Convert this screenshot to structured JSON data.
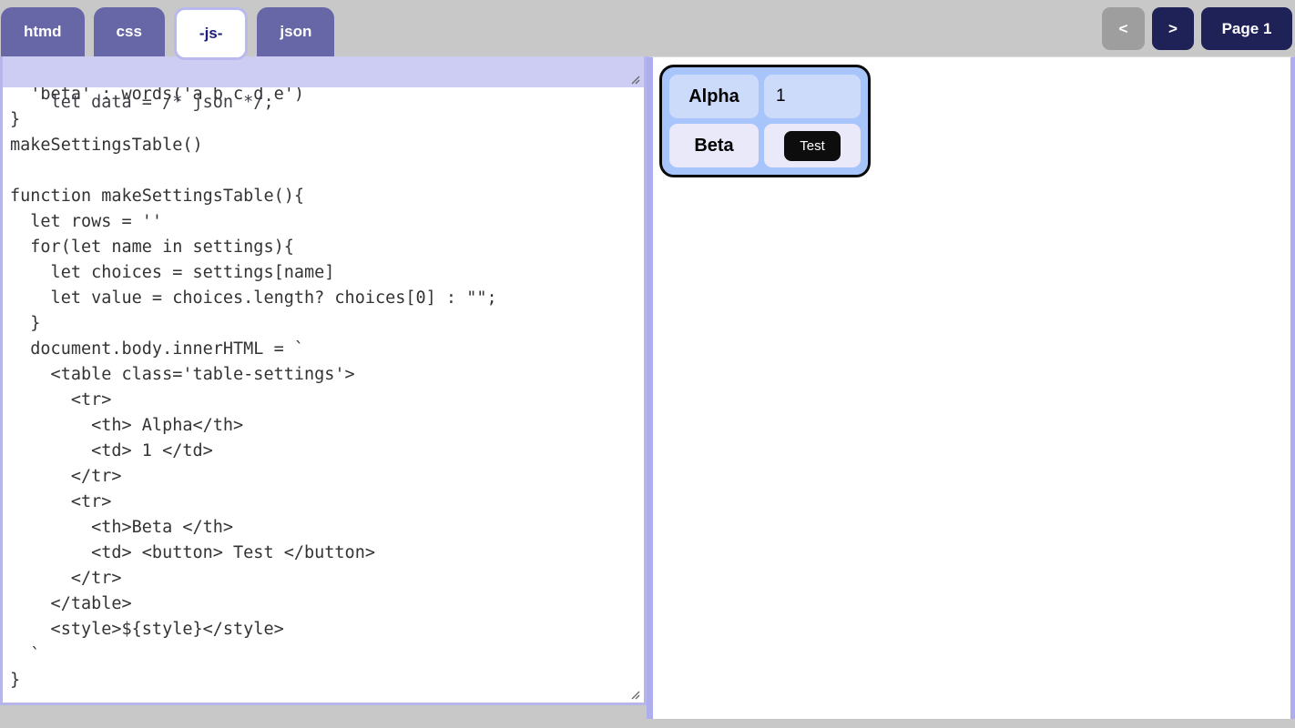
{
  "tabs": [
    {
      "label": "htmd",
      "active": false
    },
    {
      "label": "css",
      "active": false
    },
    {
      "label": "-js-",
      "active": true
    },
    {
      "label": "json",
      "active": false
    }
  ],
  "pager": {
    "prev_label": "<",
    "next_label": ">",
    "page_label": "Page 1"
  },
  "editor": {
    "data_line": "let data = /* json */;",
    "code_lines": [
      "  'beta' : words('a b c d e')",
      "}",
      "makeSettingsTable()",
      "",
      "function makeSettingsTable(){",
      "  let rows = ''",
      "  for(let name in settings){",
      "    let choices = settings[name]",
      "    let value = choices.length? choices[0] : \"\";",
      "  }",
      "  document.body.innerHTML = `",
      "    <table class='table-settings'>",
      "      <tr>",
      "        <th> Alpha</th>",
      "        <td> 1 </td>",
      "      </tr>",
      "      <tr>",
      "        <th>Beta </th>",
      "        <td> <button> Test </button>",
      "      </tr>",
      "    </table>",
      "    <style>${style}</style>",
      "  `",
      "}"
    ]
  },
  "preview": {
    "rows": [
      {
        "header": "Alpha",
        "value": "1",
        "value_type": "text"
      },
      {
        "header": "Beta",
        "value": "Test",
        "value_type": "button"
      }
    ]
  },
  "colors": {
    "page_background": "#c8c8c8",
    "tab_purple": "#6767a8",
    "active_tab_text": "#1c1c7c",
    "active_tab_border": "#b9b9ef",
    "nav_navy": "#1e2257",
    "prev_disabled_gray": "#9e9e9e",
    "data_bar_lavender": "#cdcdf3",
    "panel_border": "#aeaeee",
    "table_background": "#a8c5fb",
    "row1_cell": "#cddbfb",
    "row2_cell": "#e9e9f9",
    "test_button_black": "#0d0d0d"
  }
}
